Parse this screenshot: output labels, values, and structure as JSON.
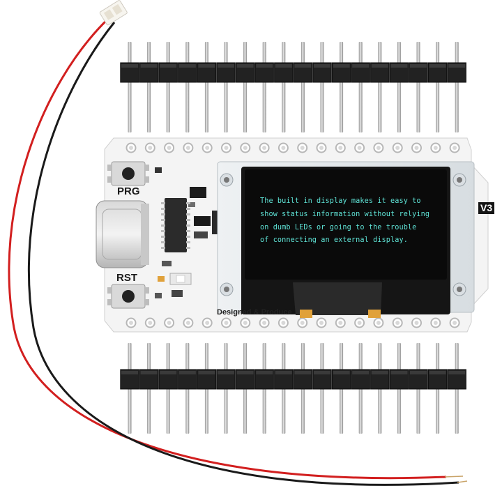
{
  "board": {
    "button_prg_label": "PRG",
    "button_rst_label": "RST",
    "version_label": "V3",
    "designed_text": "Designed & Produce"
  },
  "oled": {
    "lines": [
      "The built in display makes it easy to",
      "show status information without relying",
      "on dumb LEDs or going to the trouble",
      "of connecting an external display."
    ]
  },
  "colors": {
    "pcb": "#f4f4f4",
    "oled_text": "#5fe3d6",
    "header_plastic": "#222222",
    "pin_metal": "#b9b9b9",
    "wire_red": "#d21f1f",
    "wire_black": "#1a1a1a"
  }
}
